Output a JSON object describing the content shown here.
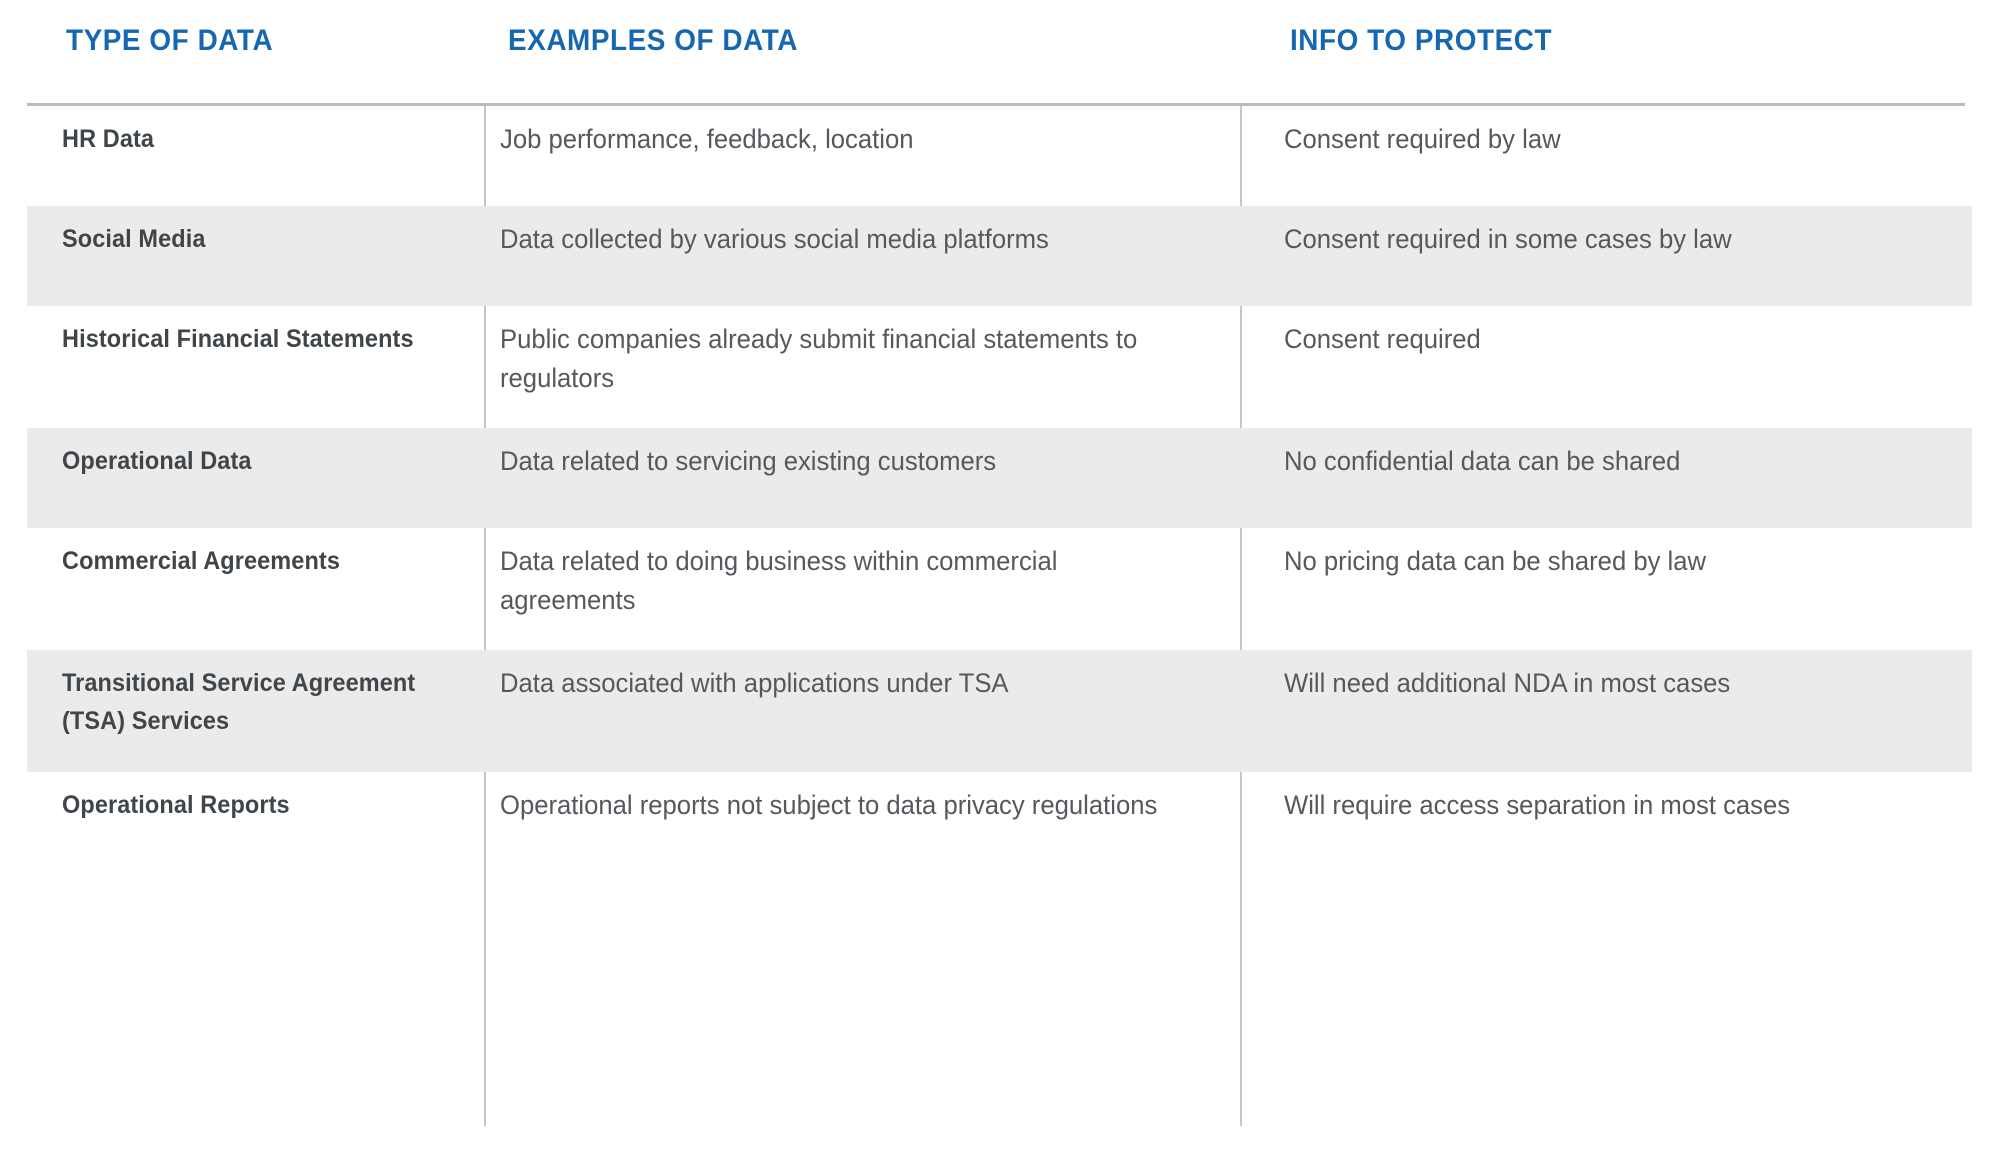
{
  "table": {
    "accent_color": "#1568B0",
    "shaded_row_color": "#EBEBEB",
    "rule_color": "#B9BCBE",
    "body_text_color": "#55595D",
    "label_text_color": "#3F4549",
    "columns": [
      {
        "key": "type",
        "label": "TYPE OF DATA"
      },
      {
        "key": "examples",
        "label": "EXAMPLES OF DATA"
      },
      {
        "key": "protect",
        "label": "INFO TO PROTECT"
      }
    ],
    "rows": [
      {
        "type": "HR Data",
        "examples": "Job performance, feedback, location",
        "protect": "Consent required by law",
        "shaded": false
      },
      {
        "type": "Social Media",
        "examples": "Data collected by various social media platforms",
        "protect": "Consent required in some cases by law",
        "shaded": true
      },
      {
        "type": "Historical Financial Statements",
        "examples": "Public companies already submit financial statements to regulators",
        "protect": "Consent required",
        "shaded": false
      },
      {
        "type": "Operational Data",
        "examples": "Data related to servicing existing customers",
        "protect": "No confidential data can be shared",
        "shaded": true
      },
      {
        "type": "Commercial Agreements",
        "examples": "Data related to doing business within commercial agreements",
        "protect": "No pricing data can be shared by law",
        "shaded": false
      },
      {
        "type": "Transitional Service Agreement (TSA) Services",
        "examples": "Data associated with applications under TSA",
        "protect": "Will need additional NDA in most cases",
        "shaded": true
      },
      {
        "type": "Operational Reports",
        "examples": "Operational reports not subject to data privacy regulations",
        "protect": "Will require access separation in most cases",
        "shaded": false
      }
    ]
  }
}
